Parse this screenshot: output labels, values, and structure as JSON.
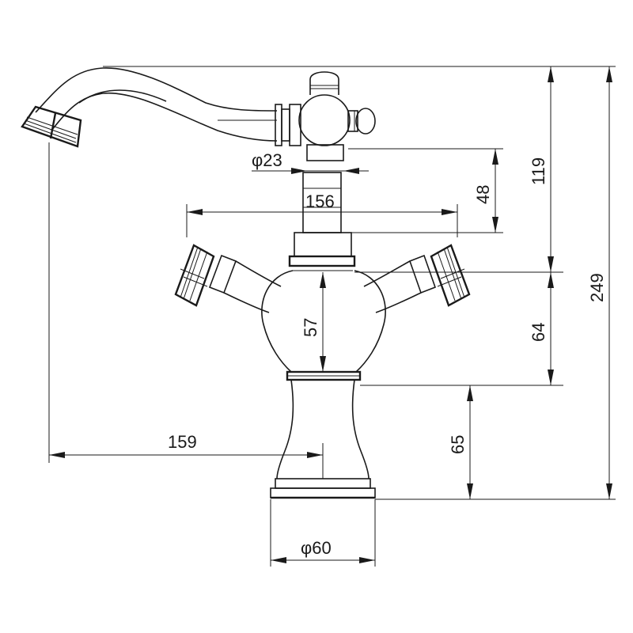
{
  "dimensions": {
    "dia_top": "φ23",
    "width_top": "156",
    "height_48": "48",
    "height_119": "119",
    "height_249": "249",
    "height_57": "57",
    "height_64": "64",
    "height_65": "65",
    "reach_159": "159",
    "dia_base": "φ60"
  }
}
